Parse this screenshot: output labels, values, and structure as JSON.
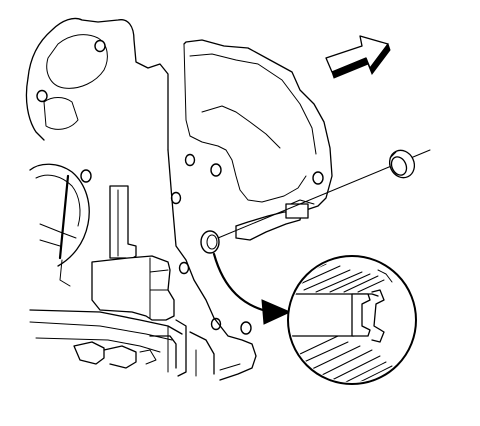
{
  "diagram": {
    "description_labels": [],
    "colors": {
      "line": "#000000",
      "background": "#ffffff"
    },
    "parts": {
      "engine_block": "engine-block-outline",
      "plug": "expansion-plug",
      "detail_view": "detail-circle-plug-seated",
      "direction_arrow": "block-arrow-forward",
      "callout_arrow": "curved-callout-arrow"
    }
  }
}
